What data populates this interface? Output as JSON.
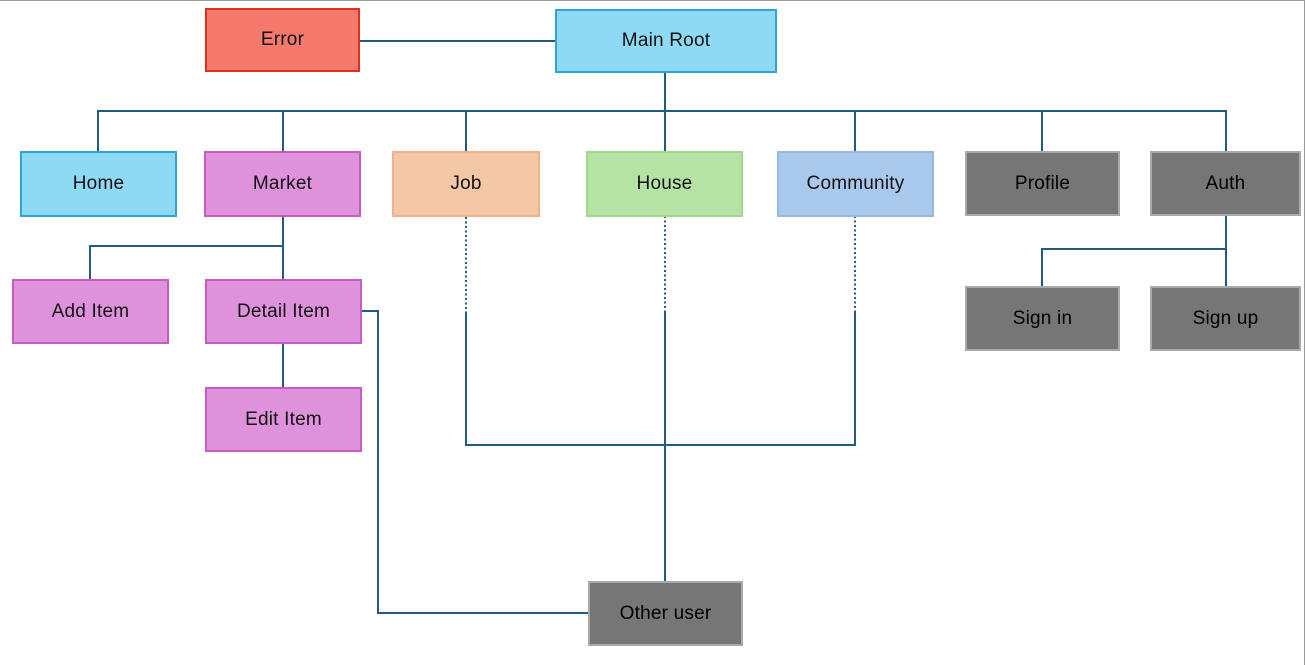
{
  "diagram": {
    "connector_color": "#1F5C7E",
    "background_color": "#FFFFFF",
    "frame_border_color": "#9A9A9A",
    "nodes": {
      "error": {
        "label": "Error",
        "fill": "#F5796D",
        "border": "#E1301E",
        "text": "#111111"
      },
      "main_root": {
        "label": "Main Root",
        "fill": "#8ED9F4",
        "border": "#2FA5D6",
        "text": "#111111"
      },
      "home": {
        "label": "Home",
        "fill": "#8ED9F4",
        "border": "#2FA5D6",
        "text": "#111111"
      },
      "market": {
        "label": "Market",
        "fill": "#DE92DC",
        "border": "#C75BC3",
        "text": "#111111"
      },
      "job": {
        "label": "Job",
        "fill": "#F4C7A6",
        "border": "#EFB28C",
        "text": "#111111"
      },
      "house": {
        "label": "House",
        "fill": "#B4E3A3",
        "border": "#A0D88C",
        "text": "#111111"
      },
      "community": {
        "label": "Community",
        "fill": "#A8C9EB",
        "border": "#96BBE0",
        "text": "#111111"
      },
      "profile": {
        "label": "Profile",
        "fill": "#767676",
        "border": "#A9A9A9",
        "text": "#000000"
      },
      "auth": {
        "label": "Auth",
        "fill": "#767676",
        "border": "#A9A9A9",
        "text": "#000000"
      },
      "add_item": {
        "label": "Add Item",
        "fill": "#DE92DC",
        "border": "#C75BC3",
        "text": "#111111"
      },
      "detail_item": {
        "label": "Detail Item",
        "fill": "#DE92DC",
        "border": "#C75BC3",
        "text": "#111111"
      },
      "edit_item": {
        "label": "Edit Item",
        "fill": "#DE92DC",
        "border": "#C75BC3",
        "text": "#111111"
      },
      "sign_in": {
        "label": "Sign in",
        "fill": "#767676",
        "border": "#A9A9A9",
        "text": "#000000"
      },
      "sign_up": {
        "label": "Sign up",
        "fill": "#767676",
        "border": "#A9A9A9",
        "text": "#000000"
      },
      "other_user": {
        "label": "Other user",
        "fill": "#767676",
        "border": "#A9A9A9",
        "text": "#000000"
      }
    },
    "edges": [
      {
        "from": "error",
        "to": "main_root",
        "style": "solid"
      },
      {
        "from": "main_root",
        "to": "home",
        "style": "solid"
      },
      {
        "from": "main_root",
        "to": "market",
        "style": "solid"
      },
      {
        "from": "main_root",
        "to": "job",
        "style": "solid"
      },
      {
        "from": "main_root",
        "to": "house",
        "style": "solid"
      },
      {
        "from": "main_root",
        "to": "community",
        "style": "solid"
      },
      {
        "from": "main_root",
        "to": "profile",
        "style": "solid"
      },
      {
        "from": "main_root",
        "to": "auth",
        "style": "solid"
      },
      {
        "from": "market",
        "to": "add_item",
        "style": "solid"
      },
      {
        "from": "market",
        "to": "detail_item",
        "style": "solid"
      },
      {
        "from": "detail_item",
        "to": "edit_item",
        "style": "solid"
      },
      {
        "from": "detail_item",
        "to": "other_user",
        "style": "solid"
      },
      {
        "from": "job",
        "to": "other_user",
        "style": "dotted-start"
      },
      {
        "from": "house",
        "to": "other_user",
        "style": "dotted-start"
      },
      {
        "from": "community",
        "to": "other_user",
        "style": "dotted-start"
      },
      {
        "from": "auth",
        "to": "sign_in",
        "style": "solid"
      },
      {
        "from": "auth",
        "to": "sign_up",
        "style": "solid"
      }
    ]
  }
}
